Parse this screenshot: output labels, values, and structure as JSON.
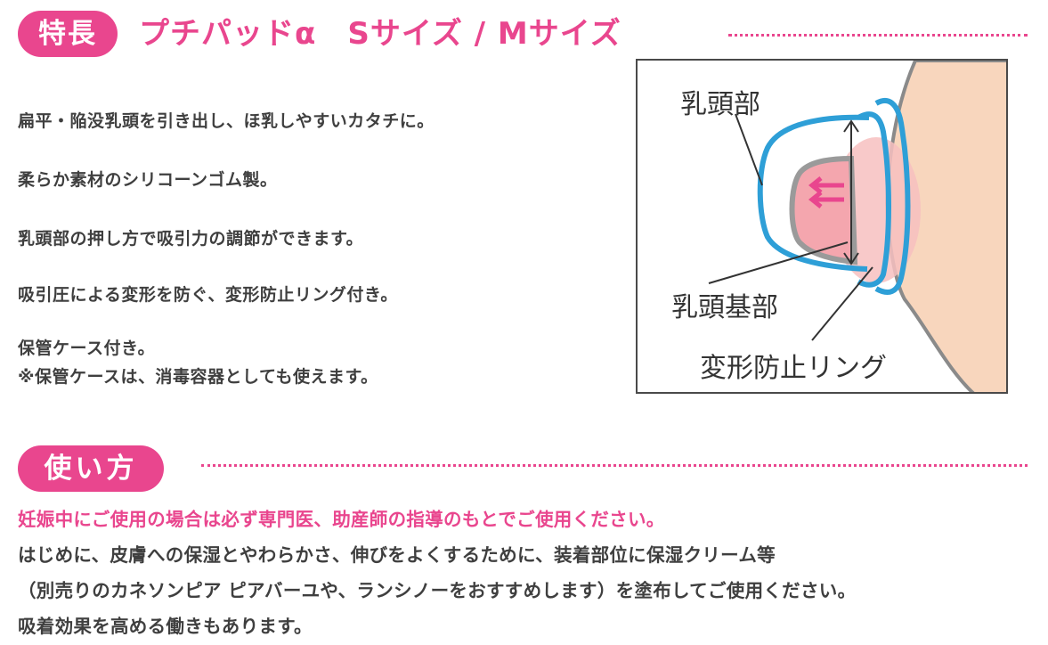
{
  "header": {
    "features_label": "特長",
    "title": "プチパッドα　Sサイズ / Mサイズ"
  },
  "features": [
    "扁平・陥没乳頭を引き出し、ほ乳しやすいカタチに。",
    "柔らか素材のシリコーンゴム製。",
    "乳頭部の押し方で吸引力の調節ができます。",
    "吸引圧による変形を防ぐ、変形防止リング付き。",
    "保管ケース付き。",
    "※保管ケースは、消毒容器としても使えます。"
  ],
  "figure": {
    "label_nipple": "乳頭部",
    "label_base": "乳頭基部",
    "label_ring": "変形防止リング",
    "colors": {
      "skin": "#f8d6bd",
      "device": "#2e9fd7",
      "nipple": "#f4a6ae",
      "arrow": "#e9468e"
    }
  },
  "usage": {
    "label": "使い方",
    "warning": "妊娠中にご使用の場合は必ず専門医、助産師の指導のもとでご使用ください。",
    "lines": [
      "はじめに、皮膚への保湿とやわらかさ、伸びをよくするために、装着部位に保湿クリーム等",
      "（別売りのカネソンピア ピアバーユや、ランシノーをおすすめします）を塗布してご使用ください。",
      "吸着効果を高める働きもあります。"
    ]
  },
  "colors": {
    "accent": "#e9468e",
    "text": "#3f3f3f"
  }
}
